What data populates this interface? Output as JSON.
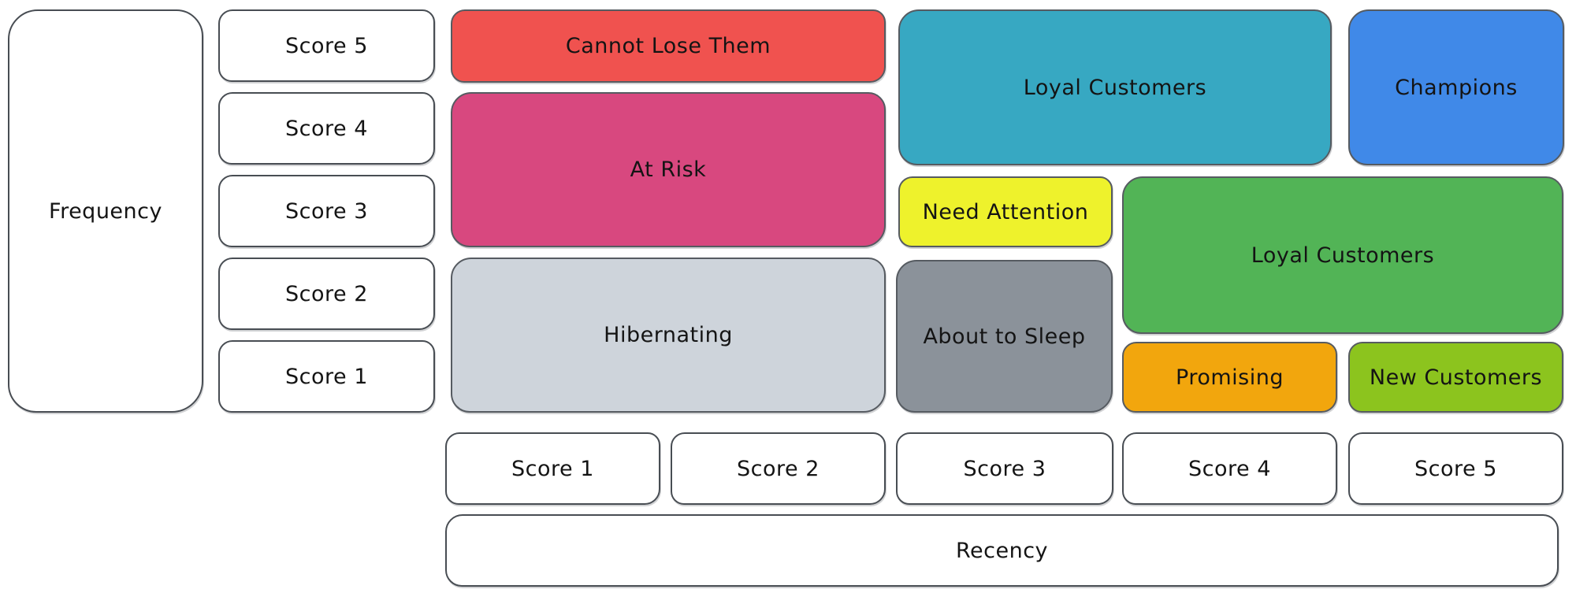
{
  "axes": {
    "frequency": {
      "label": "Frequency",
      "scores": [
        "Score 5",
        "Score 4",
        "Score 3",
        "Score 2",
        "Score 1"
      ]
    },
    "recency": {
      "label": "Recency",
      "scores": [
        "Score 1",
        "Score 2",
        "Score 3",
        "Score 4",
        "Score 5"
      ]
    }
  },
  "segments": [
    {
      "label": "Cannot Lose Them",
      "color": "#f0524f",
      "recency": "1-2",
      "frequency": "5"
    },
    {
      "label": "At Risk",
      "color": "#d8487f",
      "recency": "1-2",
      "frequency": "3-4"
    },
    {
      "label": "Hibernating",
      "color": "#ced4db",
      "recency": "1-2",
      "frequency": "1-2"
    },
    {
      "label": "Loyal Customers",
      "color": "#37a8c2",
      "recency": "3-4",
      "frequency": "4-5"
    },
    {
      "label": "Champions",
      "color": "#4089e8",
      "recency": "5",
      "frequency": "4-5"
    },
    {
      "label": "Need Attention",
      "color": "#eef22c",
      "recency": "3",
      "frequency": "3"
    },
    {
      "label": "About to Sleep",
      "color": "#8b929a",
      "recency": "3",
      "frequency": "1-2"
    },
    {
      "label": "Loyal Customers",
      "color": "#52b456",
      "recency": "4-5",
      "frequency": "2-3"
    },
    {
      "label": "Promising",
      "color": "#f2a60d",
      "recency": "4",
      "frequency": "1"
    },
    {
      "label": "New Customers",
      "color": "#8cc41e",
      "recency": "5",
      "frequency": "1"
    }
  ]
}
